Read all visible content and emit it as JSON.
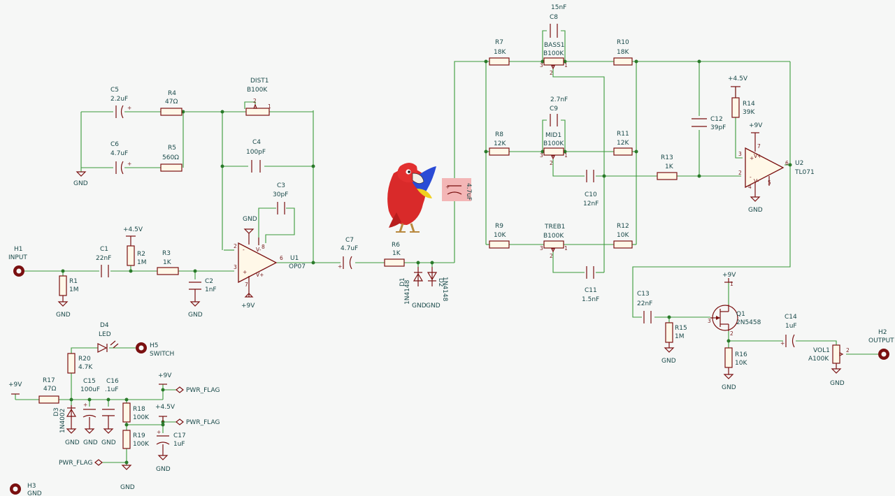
{
  "colors": {
    "wire": "#3a9a3a",
    "component": "#7a1010",
    "label": "#1a4a4a",
    "body_fill": "#fff8e8",
    "highlight": "#f3b6b6",
    "parrot": "#d92a2a"
  },
  "components": {
    "C5": {
      "ref": "C5",
      "value": "2.2uF"
    },
    "R4": {
      "ref": "R4",
      "value": "47Ω"
    },
    "DIST1": {
      "ref": "DIST1",
      "value": "B100K"
    },
    "C6": {
      "ref": "C6",
      "value": "4.7uF"
    },
    "R5": {
      "ref": "R5",
      "value": "560Ω"
    },
    "C4": {
      "ref": "C4",
      "value": "100pF"
    },
    "C3": {
      "ref": "C3",
      "value": "30pF"
    },
    "U1": {
      "ref": "U1",
      "value": "OP07"
    },
    "H1": {
      "ref": "H1",
      "value": "INPUT"
    },
    "C1": {
      "ref": "C1",
      "value": "22nF"
    },
    "R2": {
      "ref": "R2",
      "value": "1M"
    },
    "R3": {
      "ref": "R3",
      "value": "1K"
    },
    "R1": {
      "ref": "R1",
      "value": "1M"
    },
    "C2": {
      "ref": "C2",
      "value": "1nF"
    },
    "C7": {
      "ref": "C7",
      "value": "4.7uF"
    },
    "R6": {
      "ref": "R6",
      "value": "1K"
    },
    "D1": {
      "ref": "D1",
      "value": "1N4148"
    },
    "D2": {
      "ref": "D2",
      "value": "1N4148"
    },
    "C_hl": {
      "ref": "",
      "value": "4.7uF"
    },
    "R7": {
      "ref": "R7",
      "value": "18K"
    },
    "C8": {
      "ref": "C8",
      "value": "15nF"
    },
    "BASS1": {
      "ref": "BASS1",
      "value": "B100K"
    },
    "R10": {
      "ref": "R10",
      "value": "18K"
    },
    "C9": {
      "ref": "C9",
      "value": "2.7nF"
    },
    "R8": {
      "ref": "R8",
      "value": "12K"
    },
    "MID1": {
      "ref": "MID1",
      "value": "B100K"
    },
    "R11": {
      "ref": "R11",
      "value": "12K"
    },
    "C10": {
      "ref": "C10",
      "value": "12nF"
    },
    "R9": {
      "ref": "R9",
      "value": "10K"
    },
    "TREB1": {
      "ref": "TREB1",
      "value": "B100K"
    },
    "R12": {
      "ref": "R12",
      "value": "10K"
    },
    "C11": {
      "ref": "C11",
      "value": "1.5nF"
    },
    "C12": {
      "ref": "C12",
      "value": "39pF"
    },
    "R13": {
      "ref": "R13",
      "value": "1K"
    },
    "R14": {
      "ref": "R14",
      "value": "39K"
    },
    "U2": {
      "ref": "U2",
      "value": "TL071"
    },
    "C13": {
      "ref": "C13",
      "value": "22nF"
    },
    "Q1": {
      "ref": "Q1",
      "value": "2N5458"
    },
    "R15": {
      "ref": "R15",
      "value": "1M"
    },
    "R16": {
      "ref": "R16",
      "value": "10K"
    },
    "C14": {
      "ref": "C14",
      "value": "1uF"
    },
    "VOL1": {
      "ref": "VOL1",
      "value": "A100K"
    },
    "H2": {
      "ref": "H2",
      "value": "OUTPUT"
    },
    "D4": {
      "ref": "D4",
      "value": "LED"
    },
    "H5": {
      "ref": "H5",
      "value": "SWITCH"
    },
    "R20": {
      "ref": "R20",
      "value": "4.7K"
    },
    "R17": {
      "ref": "R17",
      "value": "47Ω"
    },
    "C15": {
      "ref": "C15",
      "value": "100uF"
    },
    "C16": {
      "ref": "C16",
      "value": ".1uF"
    },
    "D3": {
      "ref": "D3",
      "value": "1N4002"
    },
    "R18": {
      "ref": "R18",
      "value": "100K"
    },
    "R19": {
      "ref": "R19",
      "value": "100K"
    },
    "C17": {
      "ref": "C17",
      "value": "1uF"
    },
    "H3": {
      "ref": "H3",
      "value": "GND"
    }
  },
  "net": {
    "gnd": "GND",
    "vcc9": "+9V",
    "vref": "+4.5V",
    "pwr_flag": "PWR_FLAG"
  },
  "pins": {
    "p1": "1",
    "p2": "2",
    "p3": "3",
    "p4": "4",
    "p5": "5",
    "p6": "6",
    "p7": "7",
    "p8": "8",
    "v_minus": "V-",
    "v_plus": "V+",
    "plus": "+",
    "minus": "-"
  }
}
